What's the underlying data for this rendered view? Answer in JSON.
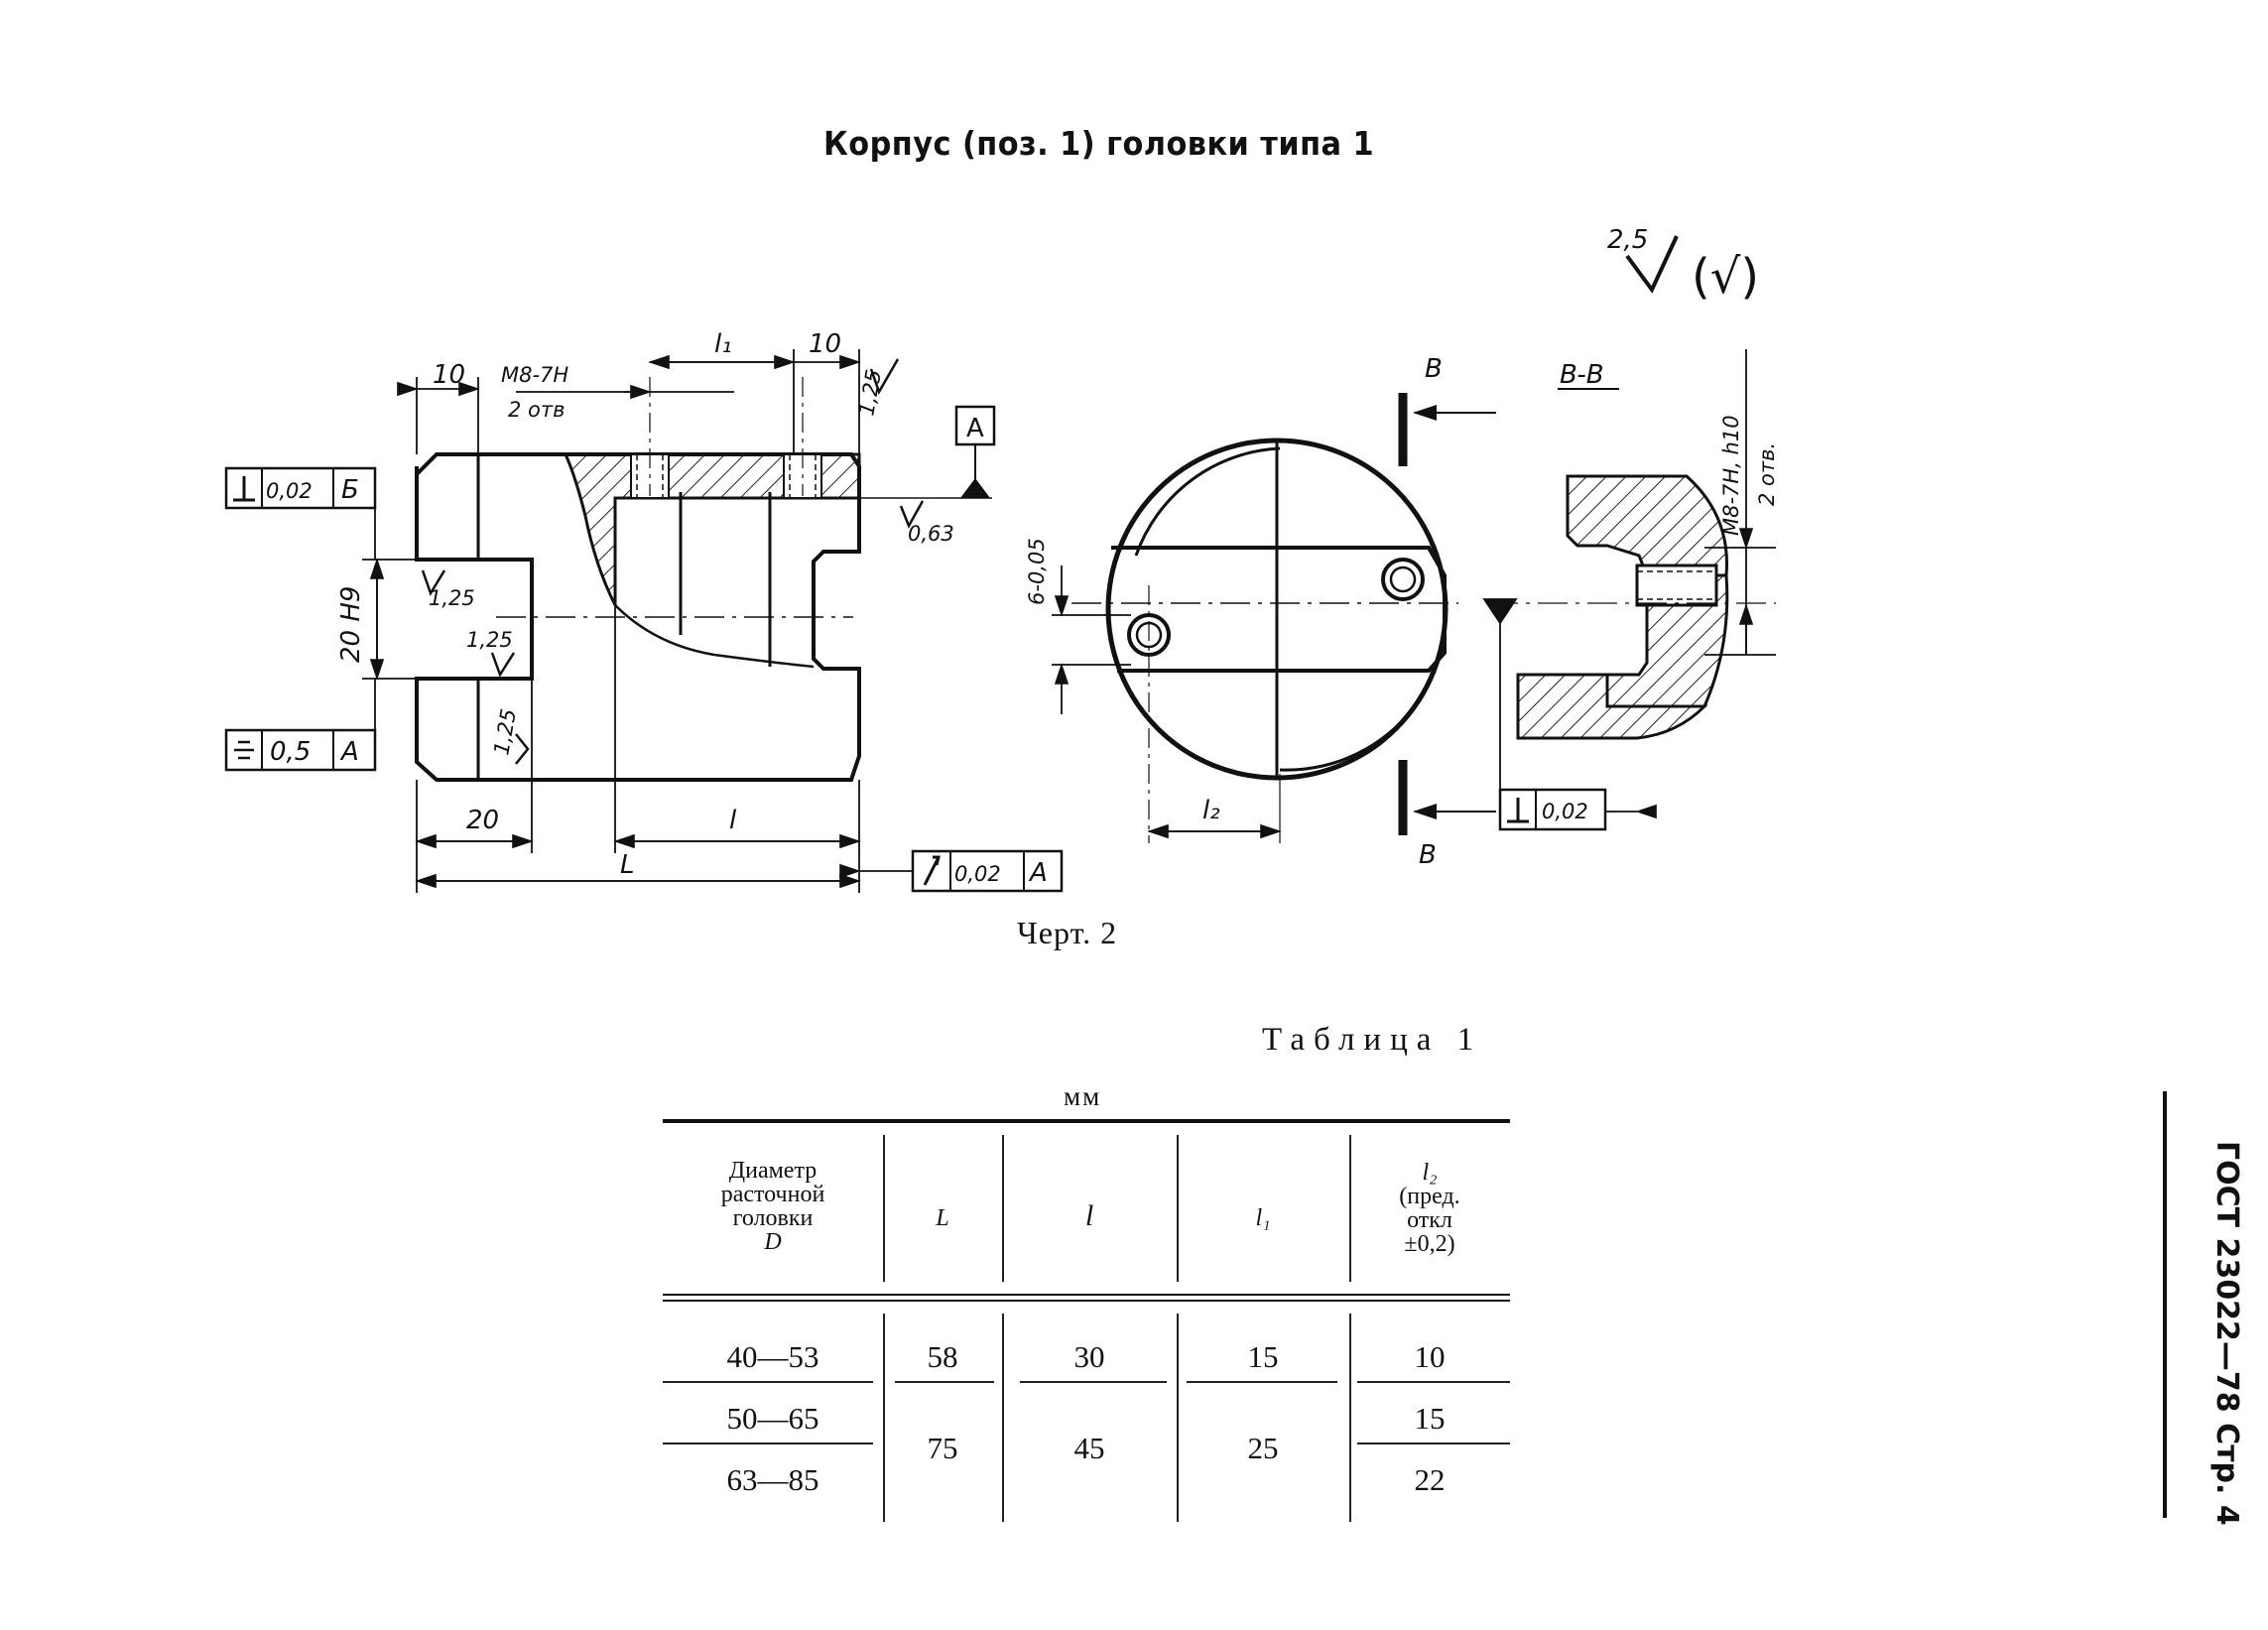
{
  "page": {
    "title": "Корпус (поз. 1) головки типа 1",
    "caption": "Черт. 2",
    "table_title": "Таблица 1",
    "table_unit": "мм",
    "side_code": "ГОСТ 23022—78 Стр. 4"
  },
  "drawing": {
    "roughness_general": "2,5",
    "roughness_paren": "(√)",
    "dim_10_left": "10",
    "dim_thread": "M8-7H",
    "dim_thread_count": "2 отв",
    "dim_l1": "l₁",
    "dim_10_right": "10",
    "rough_125_top": "1,25",
    "datum_A": "A",
    "rough_063": "0,63",
    "tol_perp_value": "0,02",
    "tol_perp_datum": "Б",
    "dim_20H9": "20 H9",
    "rough_125_a": "1,25",
    "rough_125_b": "1,25",
    "rough_125_c": "1,25",
    "tol_sym_value": "0,5",
    "tol_sym_datum": "A",
    "dim_20": "20",
    "dim_l": "l",
    "dim_L": "L",
    "tol_runout_value": "0,02",
    "tol_runout_datum": "A",
    "dim_6": "6-0,05",
    "dim_l2": "l₂",
    "section_label_top": "B",
    "section_label_bottom": "B",
    "section_title": "B-B",
    "thread_side": "M8-7H, h10",
    "thread_side_count": "2 отв.",
    "tol_perp2_value": "0,02"
  },
  "table": {
    "headers": {
      "col1": [
        "Диаметр",
        "расточной",
        "головки",
        "D"
      ],
      "col2": "L",
      "col3": "l",
      "col4": "l₁",
      "col5": [
        "l₂",
        "(пред.",
        "откл",
        "±0,2)"
      ]
    },
    "rows": {
      "d1": "40—53",
      "d2": "50—65",
      "d3": "63—85",
      "L1": "58",
      "L23": "75",
      "l1": "30",
      "l23": "45",
      "l11": "15",
      "l123": "25",
      "l2_1": "10",
      "l2_2": "15",
      "l2_3": "22"
    }
  }
}
